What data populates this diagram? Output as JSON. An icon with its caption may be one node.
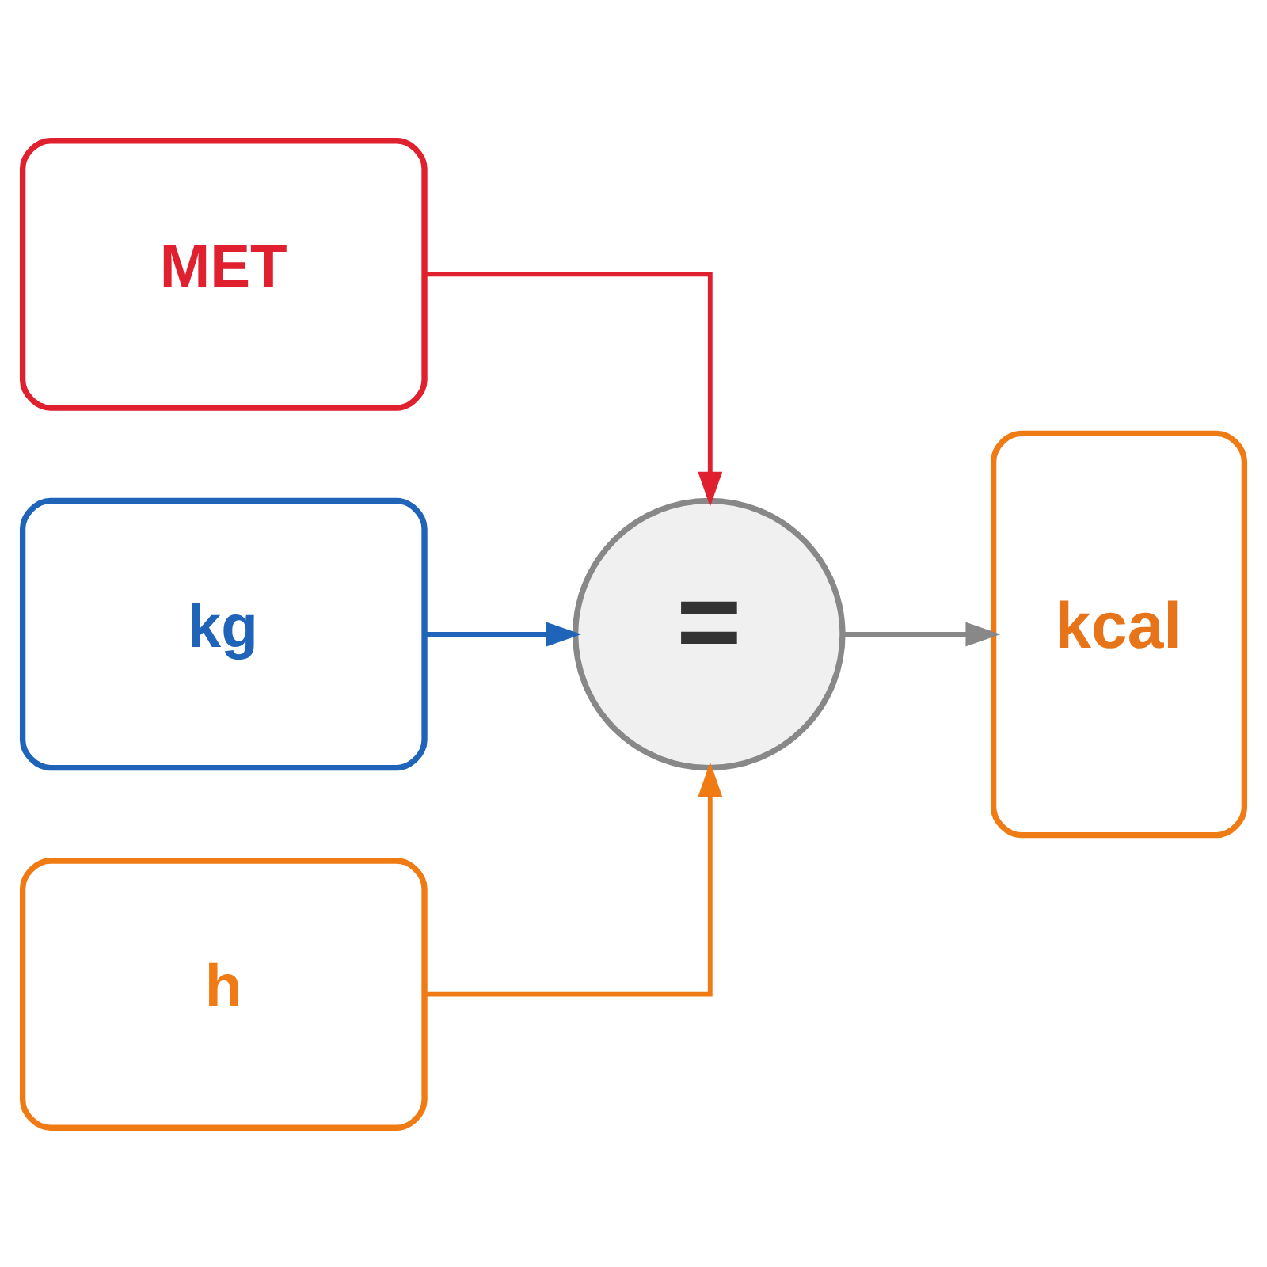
{
  "diagram": {
    "nodes": [
      {
        "text": [
          "MET"
        ]
      },
      {
        "text": [
          "kg"
        ]
      },
      {
        "text": [
          "h"
        ]
      },
      {
        "text": [
          "="
        ]
      },
      {
        "text": [
          "kcal"
        ]
      }
    ],
    "edges": [
      {
        "from": 0,
        "to": 3,
        "arrow": "to",
        "color": "#e0202e"
      },
      {
        "from": 1,
        "to": 3,
        "arrow": "to",
        "color": "#1f64b8"
      },
      {
        "from": 2,
        "to": 3,
        "arrow": "to",
        "color": "#f07b14"
      },
      {
        "from": 3,
        "to": 4,
        "arrow": "to",
        "color": "#888888"
      }
    ]
  }
}
